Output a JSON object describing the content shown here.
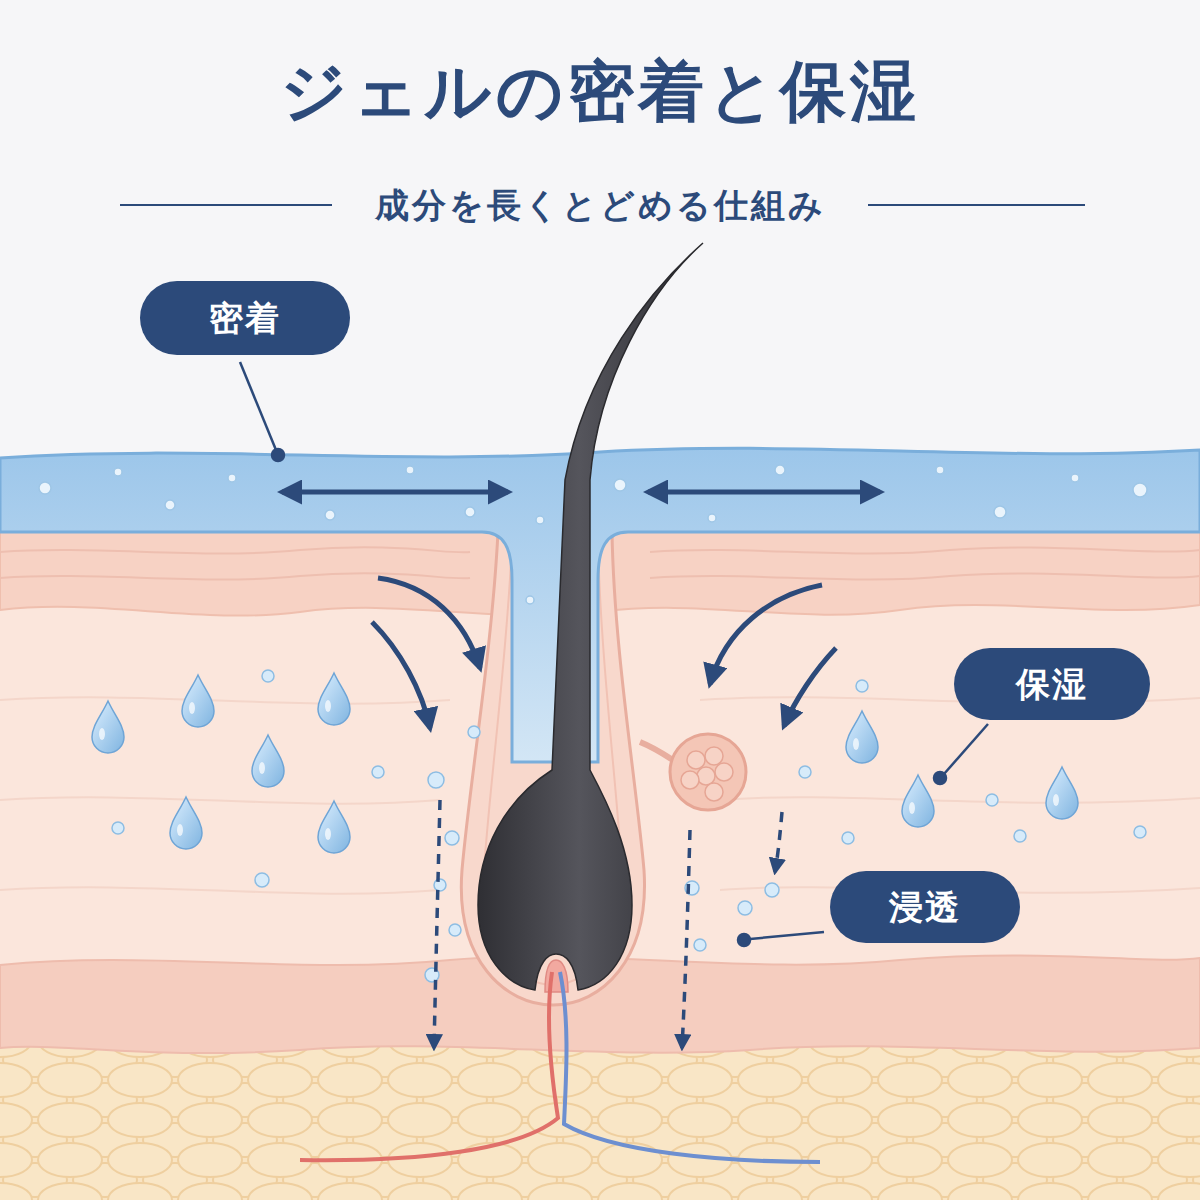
{
  "diagram": {
    "title": "ジェルの密着と保湿",
    "nodes": [
      {
        "text": [
          "密着"
        ]
      },
      {
        "text": [
          "保湿"
        ]
      },
      {
        "text": [
          "浸透"
        ]
      }
    ],
    "labels": [
      "成分を長くとどめる仕組み"
    ]
  }
}
